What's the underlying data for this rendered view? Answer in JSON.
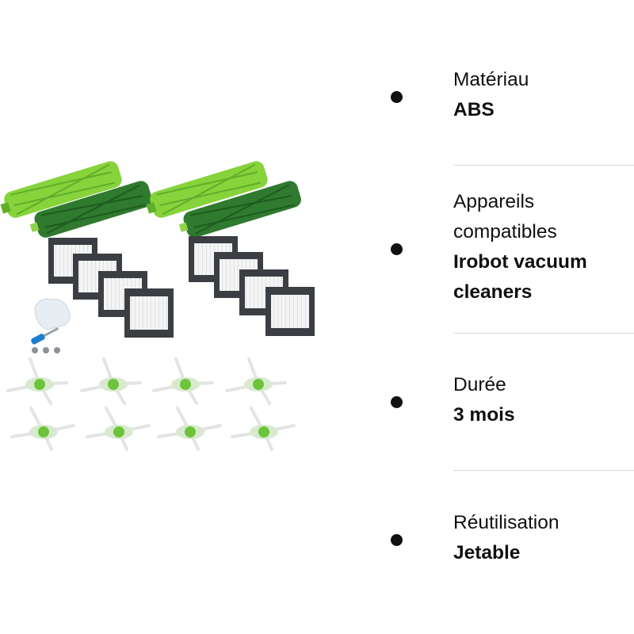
{
  "product": {
    "image_icon": "robot-vacuum-accessory-kit-image",
    "colors": {
      "roller_light": "#86d33c",
      "roller_dark": "#2f7a2e",
      "filter_frame": "#3b3f43",
      "brush_hub": "#6cc43a"
    }
  },
  "specs": [
    {
      "label_lines": [
        "Matériau"
      ],
      "value_lines": [
        "ABS"
      ]
    },
    {
      "label_lines": [
        "Appareils",
        "compatibles"
      ],
      "value_lines": [
        "Irobot vacuum",
        "cleaners"
      ]
    },
    {
      "label_lines": [
        "Durée"
      ],
      "value_lines": [
        "3 mois"
      ]
    },
    {
      "label_lines": [
        "Réutilisation"
      ],
      "value_lines": [
        "Jetable"
      ]
    }
  ]
}
